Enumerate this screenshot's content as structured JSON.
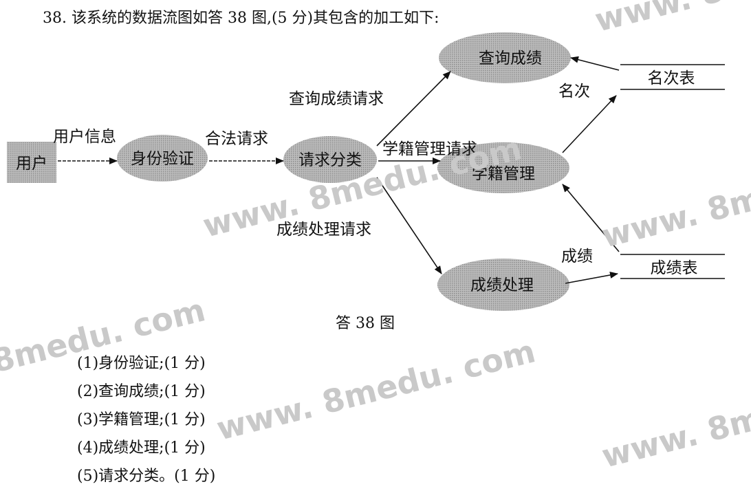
{
  "question": {
    "heading": "38. 该系统的数据流图如答 38 图,(5 分)其包含的加工如下:",
    "caption": "答 38 图"
  },
  "diagram": {
    "entity": "用户",
    "processes": {
      "auth": "身份验证",
      "classify": "请求分类",
      "query": "查询成绩",
      "student": "学籍管理",
      "grade": "成绩处理"
    },
    "stores": {
      "rank": "名次表",
      "score": "成绩表"
    },
    "flows": {
      "user_info": "用户信息",
      "legal_request": "合法请求",
      "query_request": "查询成绩请求",
      "student_request": "学籍管理请求",
      "grade_request": "成绩处理请求",
      "rank": "名次",
      "score": "成绩"
    }
  },
  "answers": [
    "(1)身份验证;(1 分)",
    "(2)查询成绩;(1 分)",
    "(3)学籍管理;(1 分)",
    "(4)成绩处理;(1 分)",
    "(5)请求分类。(1 分)"
  ],
  "watermarks": [
    "www. 8medu. com"
  ]
}
